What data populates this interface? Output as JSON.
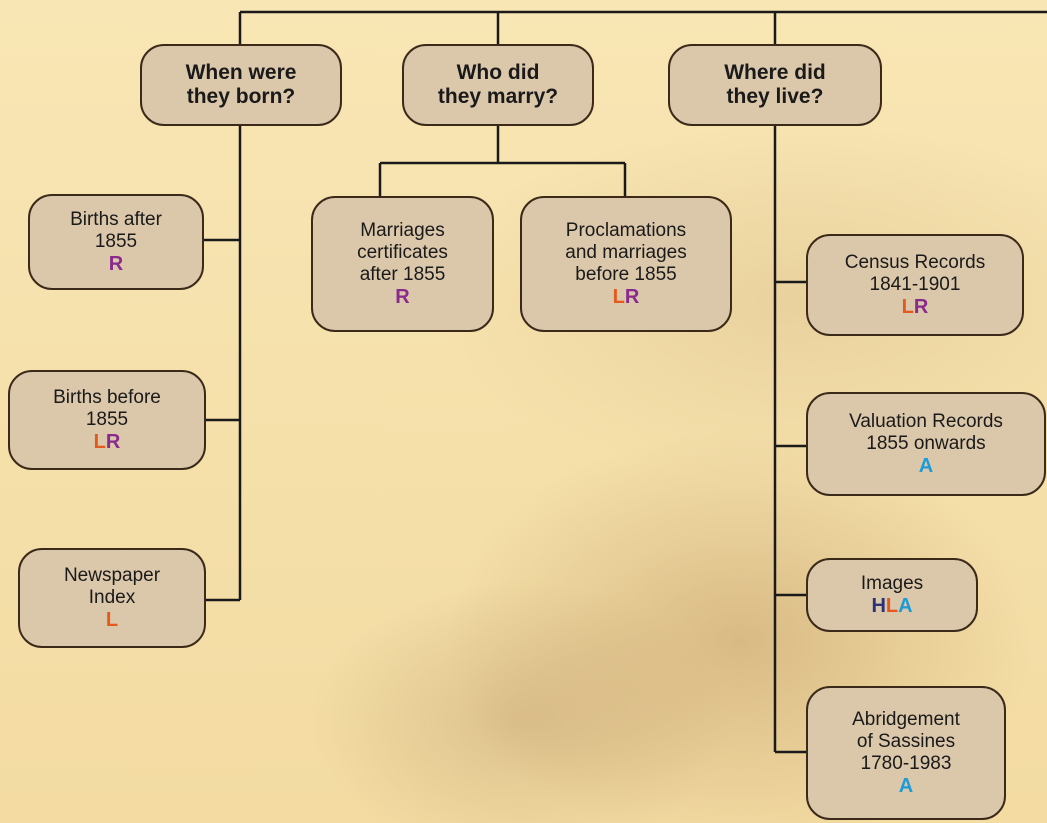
{
  "colors": {
    "H": "#2b3277",
    "L": "#e45a1e",
    "R": "#8a2a8c",
    "A": "#1c9bd9",
    "node_fill": "#dbc7aa",
    "node_border": "#3b2a1a",
    "line": "#1a1a1a"
  },
  "categories": [
    {
      "title": "When were\nthey born?",
      "items": [
        {
          "text": "Births after\n1855",
          "codes": [
            "R"
          ]
        },
        {
          "text": "Births before\n1855",
          "codes": [
            "L",
            "R"
          ]
        },
        {
          "text": "Newspaper\nIndex",
          "codes": [
            "L"
          ]
        }
      ]
    },
    {
      "title": "Who did\nthey marry?",
      "items": [
        {
          "text": "Marriages\ncertificates\nafter 1855",
          "codes": [
            "R"
          ]
        },
        {
          "text": "Proclamations\nand marriages\nbefore 1855",
          "codes": [
            "L",
            "R"
          ]
        }
      ]
    },
    {
      "title": "Where did\nthey live?",
      "items": [
        {
          "text": "Census Records\n1841-1901",
          "codes": [
            "L",
            "R"
          ]
        },
        {
          "text": "Valuation Records\n1855 onwards",
          "codes": [
            "A"
          ]
        },
        {
          "text": "Images",
          "codes": [
            "H",
            "L",
            "A"
          ]
        },
        {
          "text": "Abridgement\nof Sassines\n1780-1983",
          "codes": [
            "A"
          ]
        }
      ]
    }
  ]
}
